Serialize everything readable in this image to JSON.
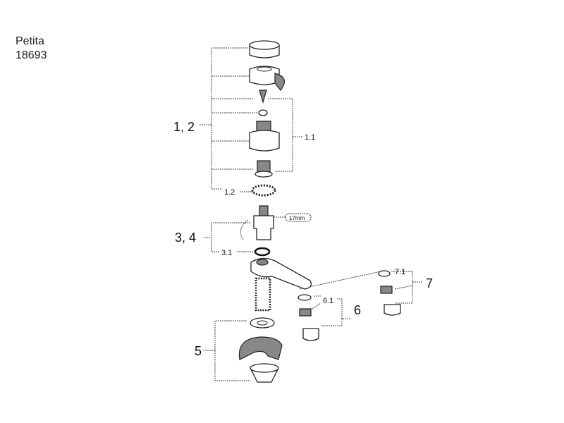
{
  "product": {
    "name": "Petita",
    "number": "18693"
  },
  "callouts": {
    "a": "1, 2",
    "b": "1.1",
    "c": "1.2",
    "d": "3, 4",
    "e": "3.1",
    "f": "5",
    "g": "6.1",
    "h": "6",
    "i": "7.1",
    "j": "7"
  },
  "wrench_size": "17mm"
}
